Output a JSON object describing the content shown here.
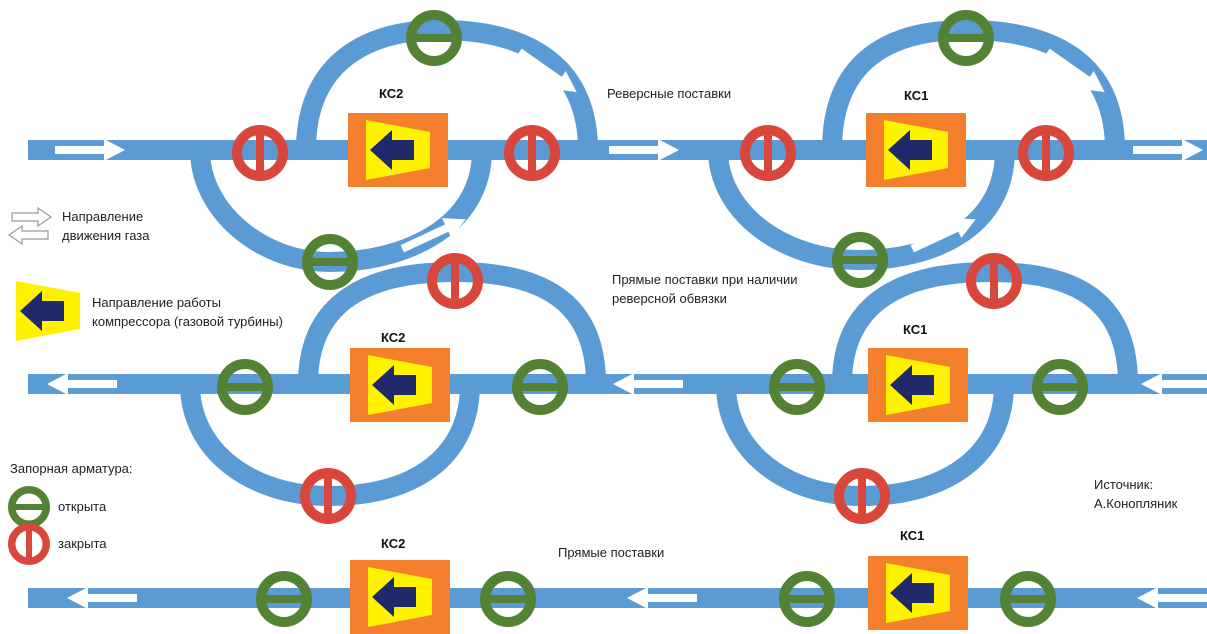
{
  "station_labels": {
    "ks2_a": "КС2",
    "ks1_a": "КС1",
    "ks2_b": "КС2",
    "ks1_b": "КС1",
    "ks2_c": "КС2",
    "ks1_c": "КС1"
  },
  "scenarios": {
    "reverse": "Реверсные поставки",
    "direct_reverse_line1": "Прямые поставки при наличии",
    "direct_reverse_line2": "реверсной обвязки",
    "direct": "Прямые поставки"
  },
  "legend": {
    "gas_direction_line1": "Направление",
    "gas_direction_line2": "движения газа",
    "compressor_line1": "Направление работы",
    "compressor_line2": "компрессора (газовой турбины)",
    "valves_title": "Запорная арматура:",
    "valve_open": "открыта",
    "valve_closed": "закрыта"
  },
  "source": {
    "line1": "Источник:",
    "line2": "А.Конопляник"
  },
  "colors": {
    "pipe": "#5b9bd5",
    "valve_open": "#548235",
    "valve_closed": "#d9463b",
    "station_box": "#f47f2d",
    "compressor_fill": "#fff200",
    "compressor_arrow": "#1f2a6b"
  }
}
